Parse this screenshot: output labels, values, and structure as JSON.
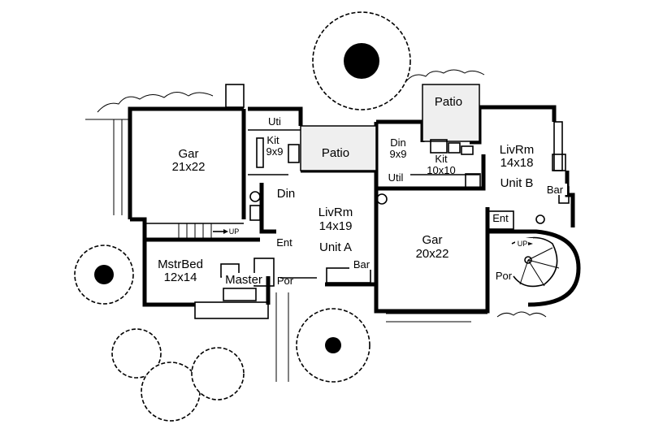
{
  "rooms": {
    "gar_a": {
      "name": "Gar",
      "size": "21x22"
    },
    "uti_a": {
      "name": "Uti"
    },
    "kit_a": {
      "name": "Kit",
      "size": "9x9"
    },
    "patio_a": {
      "name": "Patio"
    },
    "din_a": {
      "name": "Din"
    },
    "livrm_a": {
      "name": "LivRm",
      "size": "14x19",
      "unit": "Unit A"
    },
    "ent_a": {
      "name": "Ent"
    },
    "bar_a": {
      "name": "Bar"
    },
    "por_a": {
      "name": "Por"
    },
    "mstrbed": {
      "name": "MstrBed",
      "size": "12x14"
    },
    "master": {
      "name": "Master"
    },
    "up_a": {
      "name": "UP"
    },
    "din_b": {
      "name": "Din",
      "size": "9x9"
    },
    "kit_b": {
      "name": "Kit",
      "size": "10x10"
    },
    "util_b": {
      "name": "Util"
    },
    "patio_b": {
      "name": "Patio"
    },
    "livrm_b": {
      "name": "LivRm",
      "size": "14x18",
      "unit": "Unit B"
    },
    "bar_b": {
      "name": "Bar"
    },
    "ent_b": {
      "name": "Ent"
    },
    "gar_b": {
      "name": "Gar",
      "size": "20x22"
    },
    "por_b": {
      "name": "Por"
    },
    "up_b": {
      "name": "UP"
    }
  }
}
